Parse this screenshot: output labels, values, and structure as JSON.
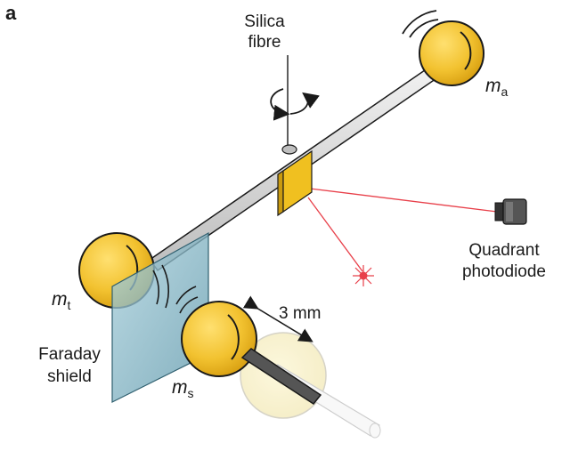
{
  "panel_letter": "a",
  "labels": {
    "fibre_line1": "Silica",
    "fibre_line2": "fibre",
    "detector_line1": "Quadrant",
    "detector_line2": "photodiode",
    "shield_line1": "Faraday",
    "shield_line2": "shield",
    "distance": "3 mm"
  },
  "masses": {
    "a": {
      "symbol": "m",
      "subscript": "a"
    },
    "t": {
      "symbol": "m",
      "subscript": "t"
    },
    "s": {
      "symbol": "m",
      "subscript": "s"
    }
  },
  "colors": {
    "mass_fill": "#f2c230",
    "mass_outline": "#1a1a1a",
    "rod_fill": "#d9d9d9",
    "shield_fill": "#7fb2c2",
    "mirror_fill": "#f0c020",
    "laser": "#e8404a",
    "dark_rod": "#555555"
  }
}
